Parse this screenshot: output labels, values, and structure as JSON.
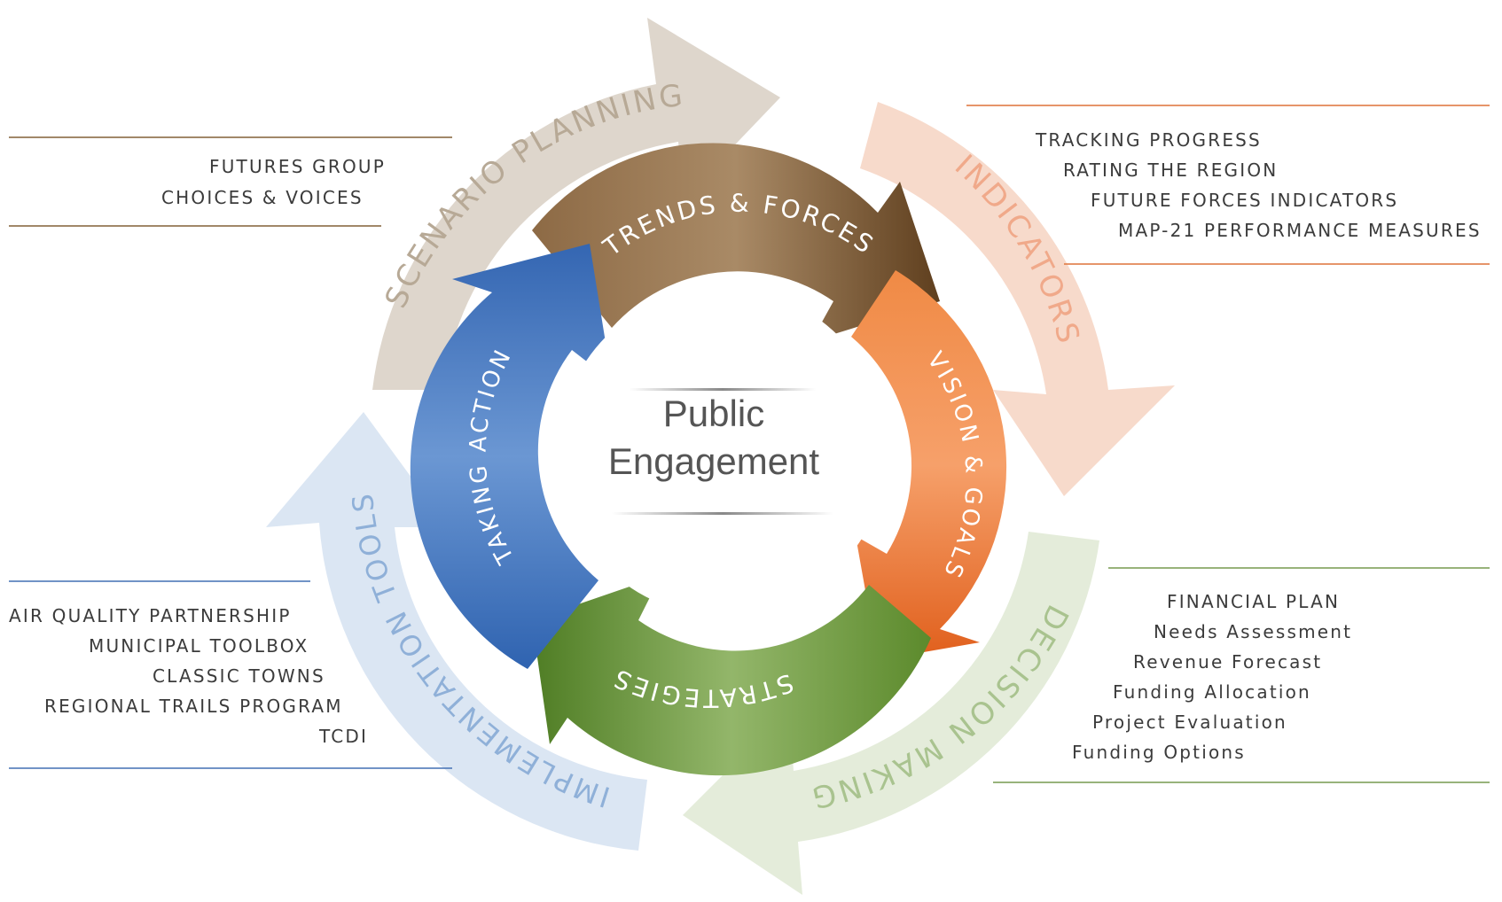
{
  "center": {
    "line1": "Public",
    "line2": "Engagement"
  },
  "inner_cycle": [
    {
      "label": "TRENDS & FORCES",
      "color": "#7a5630"
    },
    {
      "label": "VISION & GOALS",
      "color": "#e8742e"
    },
    {
      "label": "STRATEGIES",
      "color": "#6d9a3e"
    },
    {
      "label": "TAKING ACTION",
      "color": "#3e76c0"
    }
  ],
  "outer_cycle": [
    {
      "label": "SCENARIO PLANNING",
      "color": "#d8cfc3",
      "text_color": "#b7a996"
    },
    {
      "label": "INDICATORS",
      "color": "#f6d3c2",
      "text_color": "#f0a98a"
    },
    {
      "label": "DECISION MAKING",
      "color": "#dfe9d3",
      "text_color": "#a9c38f"
    },
    {
      "label": "IMPLEMENTATION TOOLS",
      "color": "#d5e2f1",
      "text_color": "#8fb0d8"
    }
  ],
  "scenario_planning_items": [
    "FUTURES GROUP",
    "CHOICES & VOICES"
  ],
  "indicators_items": [
    "TRACKING PROGRESS",
    "RATING THE REGION",
    "FUTURE FORCES INDICATORS",
    "MAP-21 PERFORMANCE MEASURES"
  ],
  "decision_making_items": [
    "FINANCIAL PLAN",
    "Needs Assessment",
    "Revenue Forecast",
    "Funding Allocation",
    "Project Evaluation",
    "Funding Options"
  ],
  "implementation_items": [
    "AIR QUALITY PARTNERSHIP",
    "MUNICIPAL TOOLBOX",
    "CLASSIC TOWNS",
    "REGIONAL TRAILS PROGRAM",
    "TCDI"
  ],
  "colors": {
    "scenario_rule": "#8a6a44",
    "indicators_rule": "#e07a45",
    "decision_rule": "#7ea05a",
    "implementation_rule": "#4d78b8"
  }
}
